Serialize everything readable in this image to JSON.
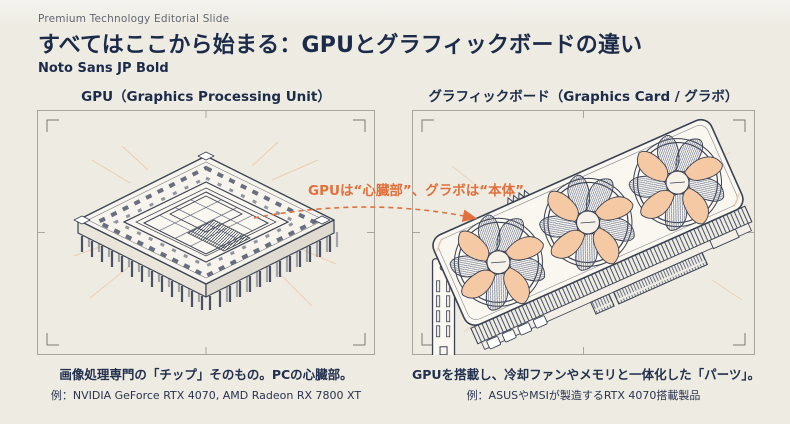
{
  "slide": {
    "eyebrow": "Premium Technology Editorial Slide",
    "title": "すべてはここから始まる：GPUとグラフィックボードの違い",
    "subtitle": "Noto Sans JP Bold"
  },
  "annotation": {
    "text": "GPUは“心臓部”、グラボは“本体”"
  },
  "panels": {
    "left": {
      "heading": "GPU（Graphics Processing Unit）",
      "caption": "画像処理専門の「チップ」そのもの。PCの心臓部。",
      "example": "例：NVIDIA GeForce RTX 4070, AMD Radeon RX 7800 XT",
      "illustration": "isometric GPU chip line art with pin grid and die"
    },
    "right": {
      "heading": "グラフィックボード（Graphics Card / グラボ）",
      "caption": "GPUを搭載し、冷却ファンやメモリと一体化した「パーツ」。",
      "example": "例：ASUSやMSIが製造するRTX 4070搭載製品",
      "illustration": "triple-fan graphics card line art with I/O bracket and PCIe connector"
    }
  },
  "colors": {
    "background": "#edebe2",
    "ink_navy": "#1d2b4a",
    "accent_orange": "#e2703c",
    "line_art": "#3a4152",
    "frame_gray": "#a9a79d",
    "peach": "#f2c7a6"
  }
}
